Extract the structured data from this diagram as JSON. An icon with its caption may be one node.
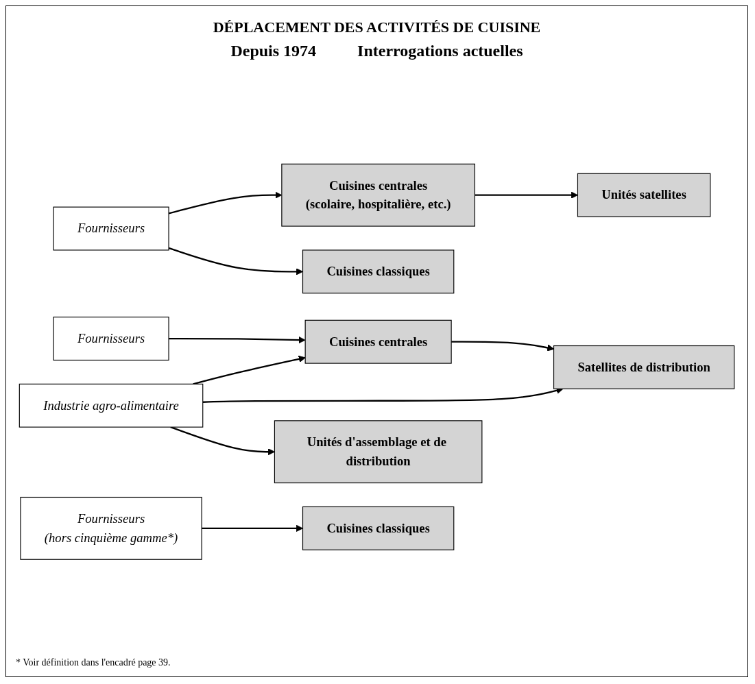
{
  "diagram": {
    "title": "DÉPLACEMENT DES ACTIVITÉS DE CUISINE",
    "caption": "* Voir définition dans l'encadré page 39.",
    "nodes": [
      {
        "text": [
          "Fournisseurs"
        ]
      },
      {
        "text": [
          "Cuisines centrales",
          "(scolaire, hospitalière, etc.)"
        ]
      },
      {
        "text": [
          "Unités satellites"
        ]
      },
      {
        "text": [
          "Cuisines classiques"
        ]
      },
      {
        "text": [
          "Fournisseurs"
        ]
      },
      {
        "text": [
          "Cuisines centrales"
        ]
      },
      {
        "text": [
          "Satellites de distribution"
        ]
      },
      {
        "text": [
          "Industrie agro-alimentaire"
        ]
      },
      {
        "text": [
          "Unités d'assemblage et de distribution"
        ]
      },
      {
        "text": [
          "Fournisseurs",
          "(hors cinquième gamme*)"
        ]
      },
      {
        "text": [
          "Cuisines classiques"
        ]
      }
    ],
    "edges": [
      {
        "from": 0,
        "to": 1,
        "arrow": "to"
      },
      {
        "from": 1,
        "to": 2,
        "arrow": "to"
      },
      {
        "from": 0,
        "to": 3,
        "arrow": "to"
      },
      {
        "from": 4,
        "to": 5,
        "arrow": "to"
      },
      {
        "from": 5,
        "to": 6,
        "arrow": "to"
      },
      {
        "from": 7,
        "to": 5,
        "arrow": "to"
      },
      {
        "from": 7,
        "to": 6,
        "arrow": "to"
      },
      {
        "from": 7,
        "to": 8,
        "arrow": "to"
      },
      {
        "from": 9,
        "to": 10,
        "arrow": "to"
      }
    ],
    "labels": [
      "Depuis 1974",
      "Interrogations actuelles"
    ]
  }
}
